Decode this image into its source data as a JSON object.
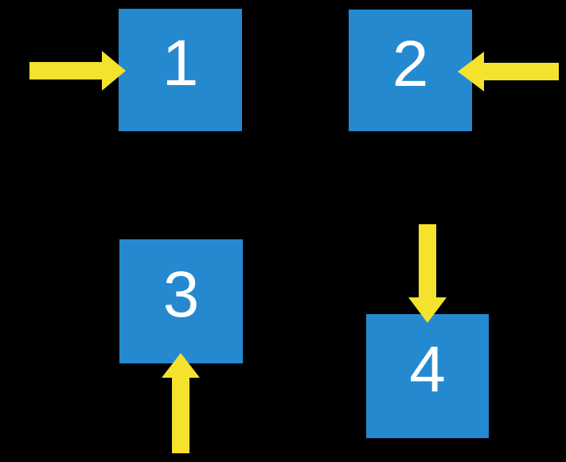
{
  "diagram": {
    "description": "Four numbered blue squares on a black background, each indicated by a yellow block arrow from a different side",
    "background_color": "#000000",
    "colors": {
      "box_fill": "#2589CF",
      "arrow_fill": "#F5E22D",
      "label_text": "#FFFFFF"
    },
    "boxes": [
      {
        "label": "1",
        "position": "top-left"
      },
      {
        "label": "2",
        "position": "top-right"
      },
      {
        "label": "3",
        "position": "bottom-left"
      },
      {
        "label": "4",
        "position": "bottom-right"
      }
    ],
    "arrows": [
      {
        "points_at_box": "1",
        "direction": "right",
        "enters_from": "left side"
      },
      {
        "points_at_box": "2",
        "direction": "left",
        "enters_from": "right side"
      },
      {
        "points_at_box": "3",
        "direction": "up",
        "enters_from": "below"
      },
      {
        "points_at_box": "4",
        "direction": "down",
        "enters_from": "above"
      }
    ]
  }
}
